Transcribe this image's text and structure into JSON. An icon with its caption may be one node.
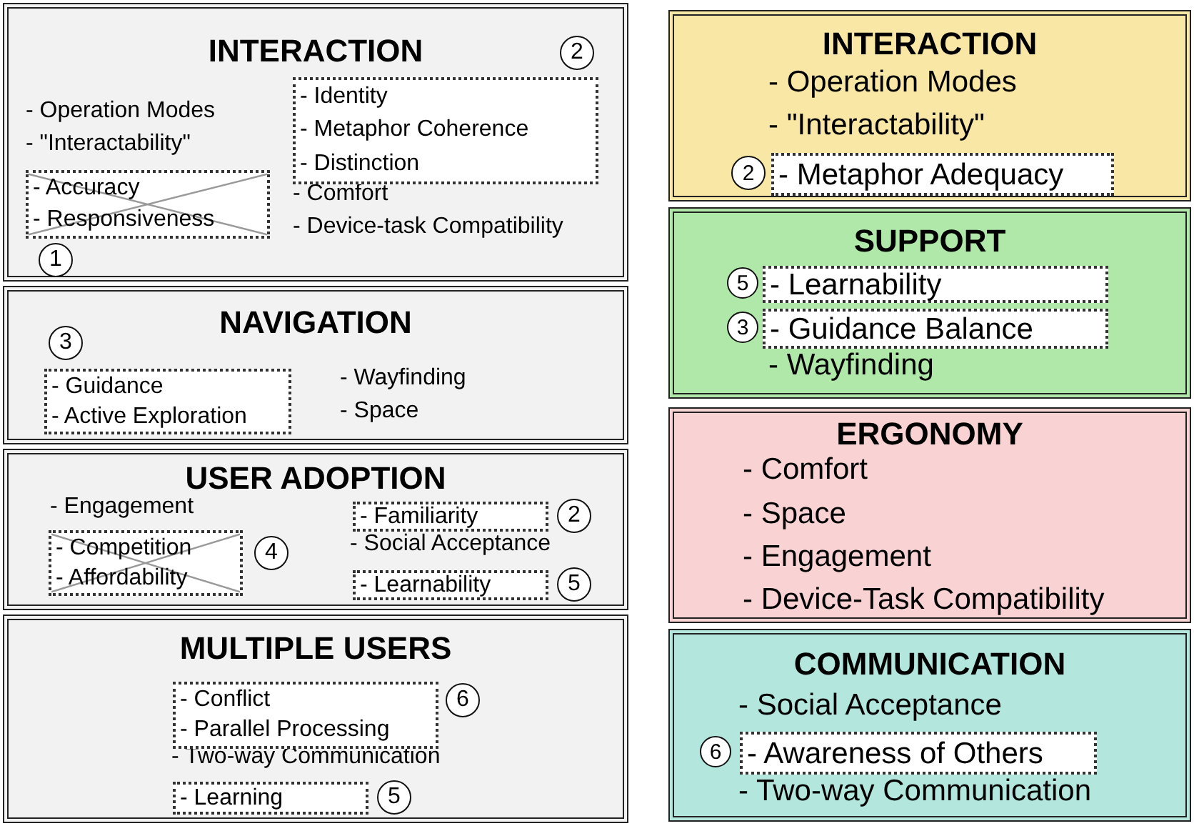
{
  "diagram": {
    "nodes": [
      {
        "text": [
          "INTERACTION",
          "- Operation Modes",
          "- \"Interactability\"",
          "- Comfort",
          "- Device-task Compatibility"
        ]
      },
      {
        "text": [
          "2"
        ],
        "in": 0
      },
      {
        "text": [
          "- Identity",
          "- Metaphor Coherence",
          "- Distinction"
        ],
        "in": 0
      },
      {
        "text": [
          "- Accuracy",
          "- Responsiveness"
        ],
        "in": 0
      },
      {
        "text": [
          "1"
        ],
        "in": 0
      },
      {
        "text": [
          "NAVIGATION",
          "- Wayfinding",
          "- Space"
        ]
      },
      {
        "text": [
          "3"
        ],
        "in": 5
      },
      {
        "text": [
          "- Guidance",
          "- Active Exploration"
        ],
        "in": 5
      },
      {
        "text": [
          "USER ADOPTION",
          "- Engagement",
          "- Social Acceptance"
        ]
      },
      {
        "text": [
          "- Competition",
          "- Affordability"
        ],
        "in": 8
      },
      {
        "text": [
          "4"
        ],
        "in": 8
      },
      {
        "text": [
          "- Familiarity"
        ],
        "in": 8
      },
      {
        "text": [
          "2"
        ],
        "in": 8
      },
      {
        "text": [
          "- Learnability"
        ],
        "in": 8
      },
      {
        "text": [
          "5"
        ],
        "in": 8
      },
      {
        "text": [
          "MULTIPLE USERS",
          "- Two-way Communication"
        ]
      },
      {
        "text": [
          "- Conflict",
          "- Parallel Processing"
        ],
        "in": 15
      },
      {
        "text": [
          "6"
        ],
        "in": 15
      },
      {
        "text": [
          "- Learning"
        ],
        "in": 15
      },
      {
        "text": [
          "5"
        ],
        "in": 15
      },
      {
        "text": [
          "INTERACTION",
          "- Operation Modes",
          "- \"Interactability\""
        ]
      },
      {
        "text": [
          "2"
        ],
        "in": 20
      },
      {
        "text": [
          "- Metaphor Adequacy"
        ],
        "in": 20
      },
      {
        "text": [
          "SUPPORT",
          "- Wayfinding"
        ]
      },
      {
        "text": [
          "5"
        ],
        "in": 23
      },
      {
        "text": [
          "- Learnability"
        ],
        "in": 23
      },
      {
        "text": [
          "3"
        ],
        "in": 23
      },
      {
        "text": [
          "- Guidance Balance"
        ],
        "in": 23
      },
      {
        "text": [
          "ERGONOMY",
          "- Comfort",
          "- Space",
          "- Engagement",
          "- Device-Task Compatibility"
        ]
      },
      {
        "text": [
          "COMMUNICATION",
          "- Social Acceptance",
          "- Two-way Communication"
        ]
      },
      {
        "text": [
          "6"
        ],
        "in": 29
      },
      {
        "text": [
          "- Awareness of Others"
        ],
        "in": 29
      }
    ],
    "edges": []
  }
}
